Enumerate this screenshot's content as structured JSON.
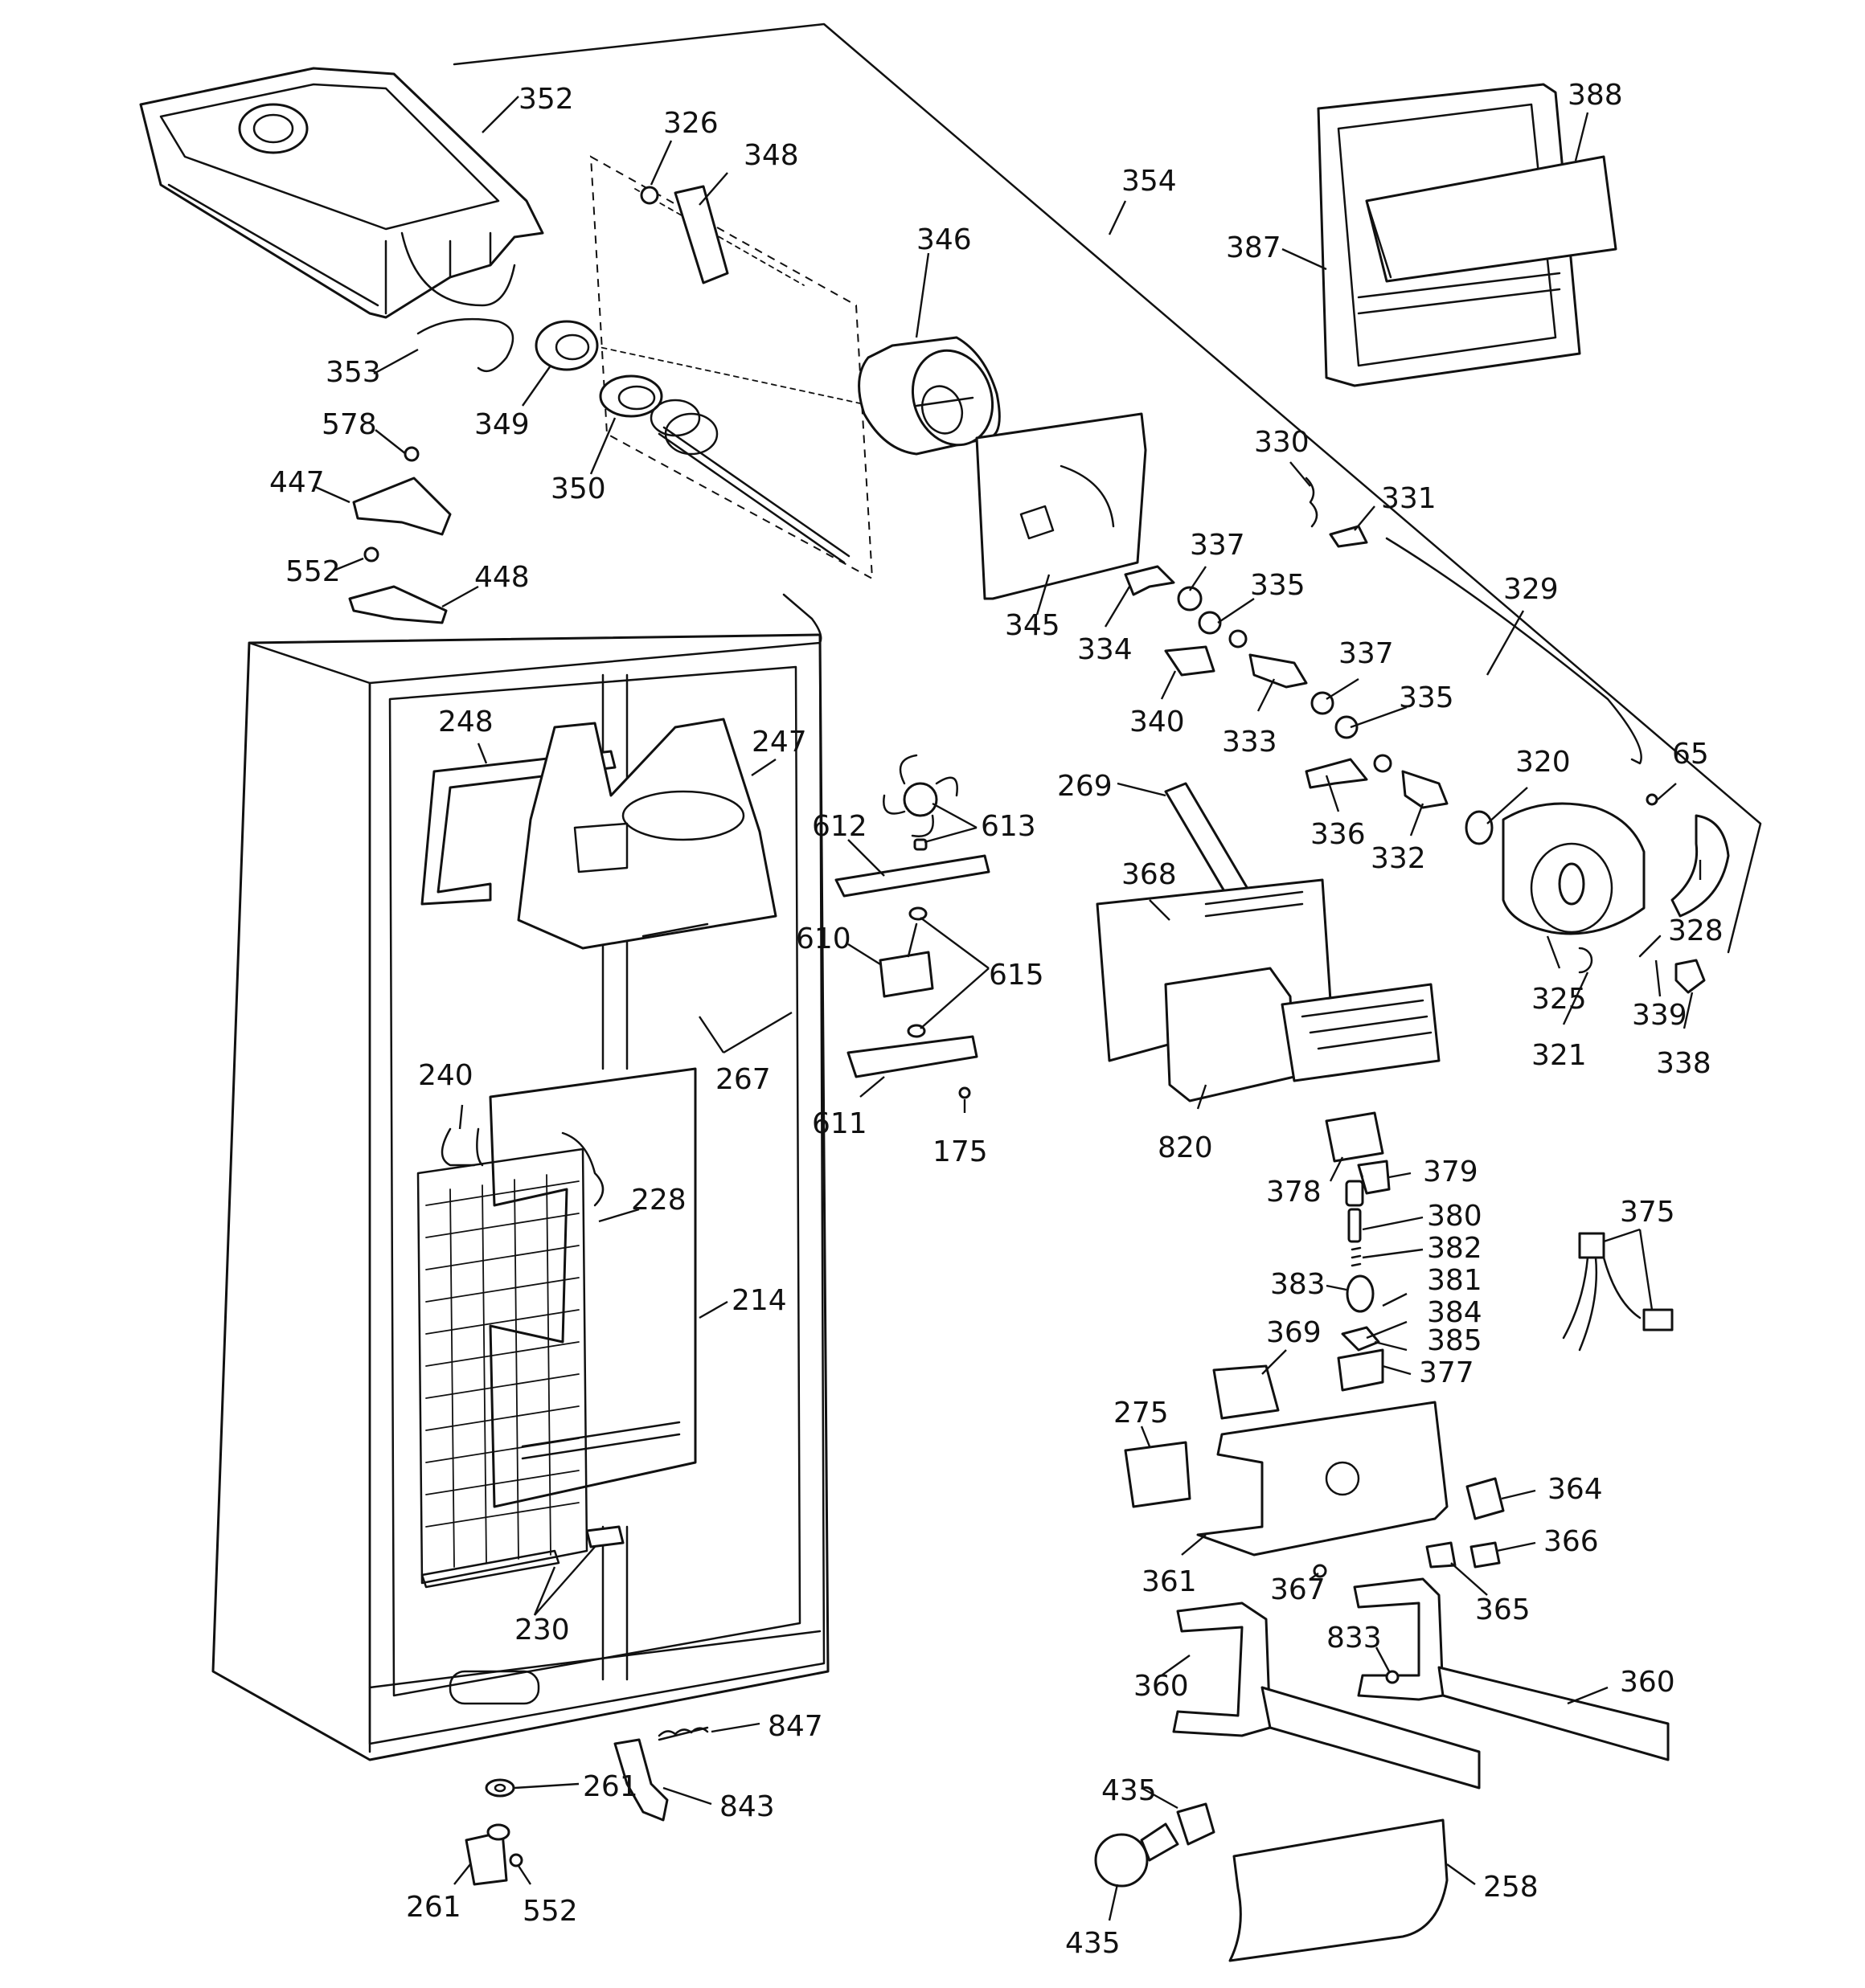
{
  "callouts": {
    "c352": "352",
    "c326": "326",
    "c348": "348",
    "c346": "346",
    "c354": "354",
    "c388": "388",
    "c387": "387",
    "c353": "353",
    "c349": "349",
    "c350": "350",
    "c578": "578",
    "c447": "447",
    "c552a": "552",
    "c448": "448",
    "c345": "345",
    "c330": "330",
    "c331": "331",
    "c337a": "337",
    "c335a": "335",
    "c329": "329",
    "c334": "334",
    "c340": "340",
    "c333": "333",
    "c337b": "337",
    "c335b": "335",
    "c248": "248",
    "c247": "247",
    "c612": "612",
    "c613": "613",
    "c269": "269",
    "c336": "336",
    "c332": "332",
    "c320": "320",
    "c65": "65",
    "c328": "328",
    "c368": "368",
    "c610": "610",
    "c615": "615",
    "c325": "325",
    "c321": "321",
    "c339": "339",
    "c338": "338",
    "c240": "240",
    "c267": "267",
    "c611": "611",
    "c175": "175",
    "c820": "820",
    "c228": "228",
    "c378": "378",
    "c379": "379",
    "c380": "380",
    "c382": "382",
    "c375": "375",
    "c383": "383",
    "c381": "381",
    "c384": "384",
    "c385": "385",
    "c214": "214",
    "c369": "369",
    "c377": "377",
    "c275": "275",
    "c364": "364",
    "c366": "366",
    "c361": "361",
    "c367": "367",
    "c365": "365",
    "c230": "230",
    "c833": "833",
    "c360a": "360",
    "c360b": "360",
    "c847": "847",
    "c261a": "261",
    "c843": "843",
    "c435a": "435",
    "c258": "258",
    "c261b": "261",
    "c552b": "552",
    "c435b": "435"
  }
}
